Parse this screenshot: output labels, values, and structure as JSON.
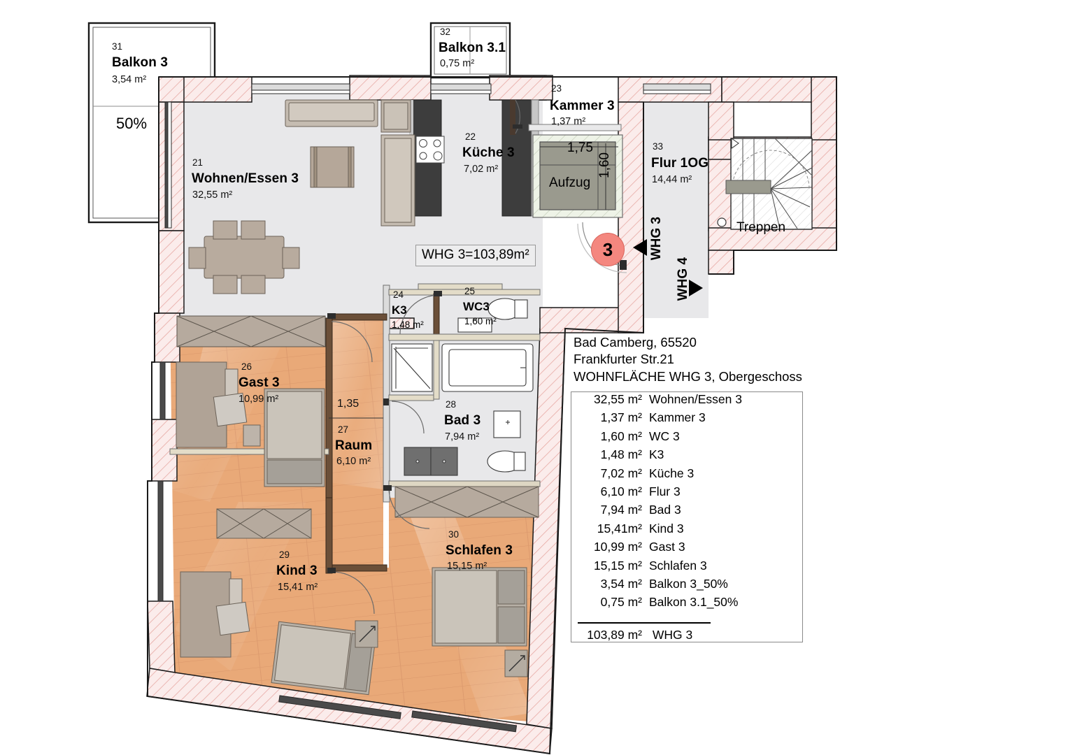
{
  "document": {
    "type": "architectural-floor-plan",
    "address_line1": "Bad Camberg, 65520",
    "address_line2": "Frankfurter Str.21",
    "title_line": "WOHNFLÄCHE WHG 3, Obergeschoss"
  },
  "apartment_tag": "WHG 3=103,89m²",
  "entrance_marker": "3",
  "rooms": [
    {
      "no": "31",
      "name": "Balkon 3",
      "area": "3,54 m²",
      "extra": "50%"
    },
    {
      "no": "32",
      "name": "Balkon 3.1",
      "area": "0,75 m²"
    },
    {
      "no": "21",
      "name": "Wohnen/Essen 3",
      "area": "32,55 m²"
    },
    {
      "no": "22",
      "name": "Küche 3",
      "area": "7,02 m²"
    },
    {
      "no": "23",
      "name": "Kammer 3",
      "area": "1,37 m²"
    },
    {
      "no": "33",
      "name": "Flur 1OG",
      "area": "14,44 m²"
    },
    {
      "no": "24",
      "name": "K3",
      "area": "1,48 m²"
    },
    {
      "no": "25",
      "name": "WC3",
      "area": "1,60 m²"
    },
    {
      "no": "26",
      "name": "Gast 3",
      "area": "10,99 m²"
    },
    {
      "no": "27",
      "name": "Raum",
      "area": "6,10 m²"
    },
    {
      "no": "28",
      "name": "Bad 3",
      "area": "7,94 m²"
    },
    {
      "no": "29",
      "name": "Kind 3",
      "area": "15,41 m²"
    },
    {
      "no": "30",
      "name": "Schlafen 3",
      "area": "15,15 m²"
    }
  ],
  "elevator": {
    "label": "Aufzug",
    "width": "1,75",
    "depth": "1,60"
  },
  "stairs_label": "Treppen",
  "corridor_dim": "1,35",
  "direction_markers": [
    {
      "label": "WHG 3",
      "direction": "left"
    },
    {
      "label": "WHG 4",
      "direction": "right"
    }
  ],
  "legend": {
    "rows": [
      {
        "value": "32,55 m²",
        "label": "Wohnen/Essen 3"
      },
      {
        "value": "1,37 m²",
        "label": "Kammer 3"
      },
      {
        "value": "1,60 m²",
        "label": "WC 3"
      },
      {
        "value": "1,48 m²",
        "label": "K3"
      },
      {
        "value": "7,02 m²",
        "label": "Küche 3"
      },
      {
        "value": "6,10 m²",
        "label": "Flur 3"
      },
      {
        "value": "7,94 m²",
        "label": "Bad 3"
      },
      {
        "value": "15,41m²",
        "label": "Kind 3"
      },
      {
        "value": "10,99 m²",
        "label": "Gast 3"
      },
      {
        "value": "15,15 m²",
        "label": "Schlafen 3"
      },
      {
        "value": "3,54 m²",
        "label": "Balkon 3_50%"
      },
      {
        "value": "0,75 m²",
        "label": "Balkon 3.1_50%"
      }
    ],
    "total_value": "103,89 m²",
    "total_label": "WHG 3"
  },
  "colors": {
    "wall_hatch": "#f6d9d6",
    "wall_outline": "#1a1a1a",
    "floor_tile": "#e8e8ea",
    "floor_wood": "#e9a978",
    "furniture": "#b8ab9e",
    "furniture_dark": "#444444",
    "elevator_fill": "#9a9a8e",
    "entrance_marker": "#f4877f",
    "shaft_hatch": "#eef2e6"
  }
}
